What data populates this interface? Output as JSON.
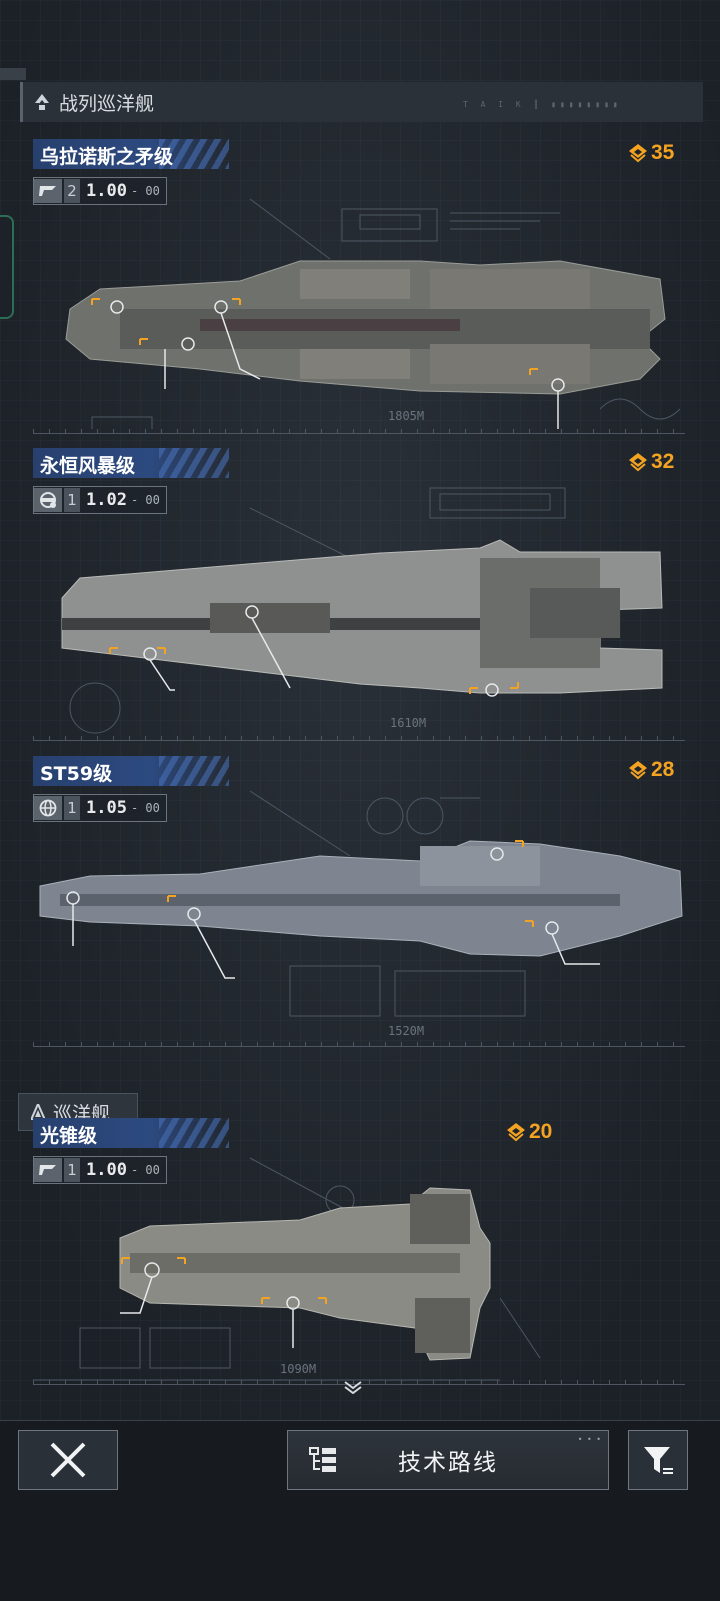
{
  "sections": [
    {
      "title": "战列巡洋舰",
      "ruler": "T A I K ║ ▮▮▮▮▮▮▮▮"
    },
    {
      "title": "巡洋舰"
    }
  ],
  "ships": [
    {
      "name": "乌拉诺斯之矛级",
      "tier": "2",
      "speed": "1.00",
      "speed_suffix": "- 00",
      "cost": "35",
      "length": "1805M",
      "type_icon": "flag-icon"
    },
    {
      "name": "永恒风暴级",
      "tier": "1",
      "speed": "1.02",
      "speed_suffix": "- 00",
      "cost": "32",
      "length": "1610M",
      "type_icon": "gear-globe-icon"
    },
    {
      "name": "ST59级",
      "tier": "1",
      "speed": "1.05",
      "speed_suffix": "- 00",
      "cost": "28",
      "length": "1520M",
      "type_icon": "globe-icon"
    },
    {
      "name": "光锥级",
      "tier": "1",
      "speed": "1.00",
      "speed_suffix": "- 00",
      "cost": "20",
      "length": "1090M",
      "type_icon": "flag-icon"
    }
  ],
  "bottom_bar": {
    "tech_label": "技术路线",
    "dots": "• • •"
  },
  "colors": {
    "accent": "#f3a321",
    "name_bar": "#2d4a80",
    "background": "#1f242b"
  }
}
